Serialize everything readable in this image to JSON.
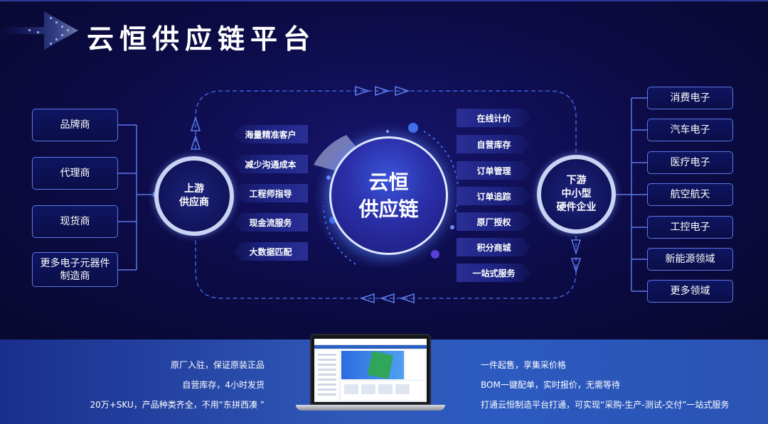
{
  "title": "云恒供应链平台",
  "upstream_sources": [
    "品牌商",
    "代理商",
    "现货商",
    "更多电子元器件\n制造商"
  ],
  "upstream_circle": "上游\n供应商",
  "center_circle": "云恒\n供应链",
  "downstream_circle": "下游\n中小型\n硬件企业",
  "left_benefits": [
    "海量精准客户",
    "减少沟通成本",
    "工程师指导",
    "现金流服务",
    "大数据匹配"
  ],
  "right_services": [
    "在线计价",
    "自营库存",
    "订单管理",
    "订单追踪",
    "原厂授权",
    "积分商城",
    "一站式服务"
  ],
  "downstream_sectors": [
    "消费电子",
    "汽车电子",
    "医疗电子",
    "航空航天",
    "工控电子",
    "新能源领域",
    "更多领域"
  ],
  "left_features": [
    "原厂入驻，保证原装正品",
    "自营库存，4小时发货",
    "20万+SKU，产品种类齐全，不用“东拼西凑 ”"
  ],
  "right_features": [
    "一件起售，享集采价格",
    "BOM一键配单，实时报价，无需等待",
    "打通云恒制造平台打通，可实现“采购-生产-测试-交付”一站式服务"
  ],
  "colors": {
    "background": "#0b0a3d",
    "box_border": "#5b79e6",
    "circle_ring": "#c9d4f2",
    "accent_blue": "#2f58b8"
  }
}
